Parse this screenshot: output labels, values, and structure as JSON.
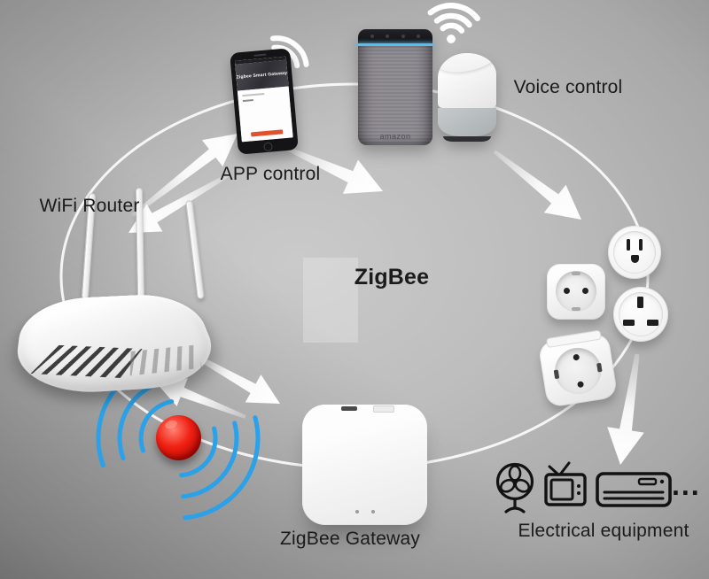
{
  "labels": {
    "wifi_router": "WiFi Router",
    "app_control": "APP control",
    "voice_control": "Voice control",
    "zigbee": "ZigBee",
    "zigbee_gateway": "ZigBee Gateway",
    "electrical_equipment": "Electrical equipment",
    "more_devices": "..."
  },
  "phone_app": {
    "title": "Zigbee Smart Gateway"
  },
  "echo": {
    "brand": "amazon"
  },
  "colors": {
    "wave_blue": "#2aa1e8",
    "sensor_red": "#e01408",
    "echo_ring_blue": "#5cbcec",
    "arrow_white": "#ffffff",
    "label_text": "#1b1b1b",
    "phone_button_red": "#e2512b"
  },
  "icons": {
    "wifi": "wifi-signal-icon",
    "fan": "fan-icon",
    "tv": "tv-icon",
    "air_conditioner": "air-conditioner-icon",
    "ellipsis": "more-devices-icon"
  }
}
